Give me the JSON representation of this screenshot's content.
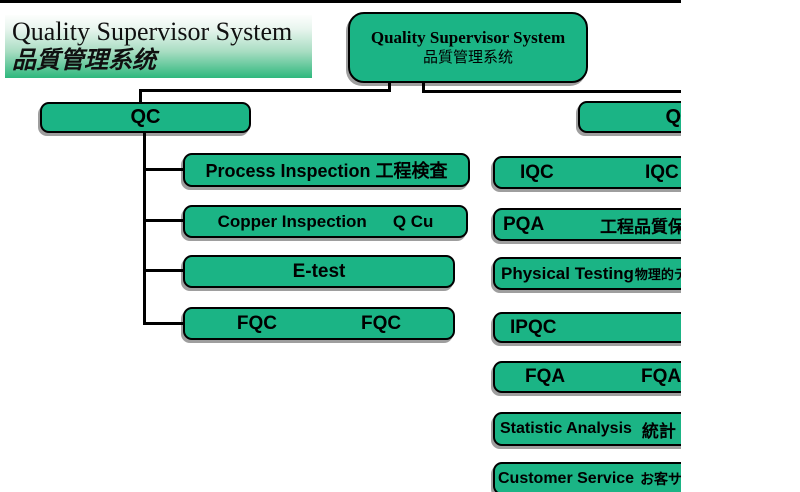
{
  "colors": {
    "node_fill": "#1bb485",
    "line_color": "#000000",
    "banner_gradient_top": "#fdfefd",
    "banner_gradient_bottom": "#2eb87d"
  },
  "banner": {
    "title_en": "Quality Supervisor System",
    "title_jp": "品質管理系统"
  },
  "root_node": {
    "title_en": "Quality Supervisor System",
    "title_jp": "品質管理系统"
  },
  "left_branch": {
    "parent_label": "QC",
    "children": [
      {
        "label": "Process Inspection 工程検査"
      },
      {
        "label_left": "Copper Inspection",
        "label_right": "Q Cu"
      },
      {
        "label": "E-test"
      },
      {
        "label_left": "FQC",
        "label_right": "FQC"
      }
    ]
  },
  "right_branch": {
    "parent_label": "QA",
    "children": [
      {
        "label_left": "IQC",
        "label_right": "IQC"
      },
      {
        "label_left": "PQA",
        "label_right": "工程品質保"
      },
      {
        "label_en": "Physical Testing",
        "label_jp": "物理的テ"
      },
      {
        "label": "IPQC"
      },
      {
        "label_left": "FQA",
        "label_right": "FQA"
      },
      {
        "label_en": "Statistic Analysis",
        "label_jp": "統計"
      },
      {
        "label_en": "Customer Service",
        "label_jp": "お客サ"
      }
    ]
  }
}
